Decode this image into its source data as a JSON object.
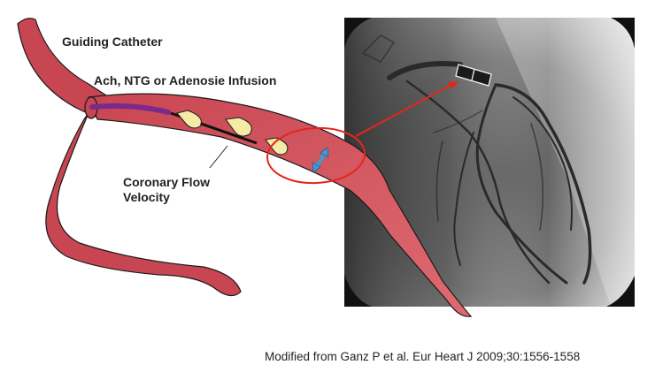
{
  "labels": {
    "guiding_catheter": "Guiding Catheter",
    "infusion": "Ach, NTG or Adenosie Infusion",
    "coronary_flow_velocity_line1": "Coronary Flow",
    "coronary_flow_velocity_line2": "Velocity"
  },
  "caption": "Modified from Ganz P et al. Eur Heart J 2009;30:1556-1558",
  "colors": {
    "vessel": "#cc4b55",
    "vessel_light": "#d9636b",
    "catheter": "#7b2a8c",
    "plaque": "#f5eaa6",
    "highlight_circle": "#e3261b",
    "diameter_arrow": "#3a9ad9",
    "angiogram_bg": "#6b6b6b"
  }
}
